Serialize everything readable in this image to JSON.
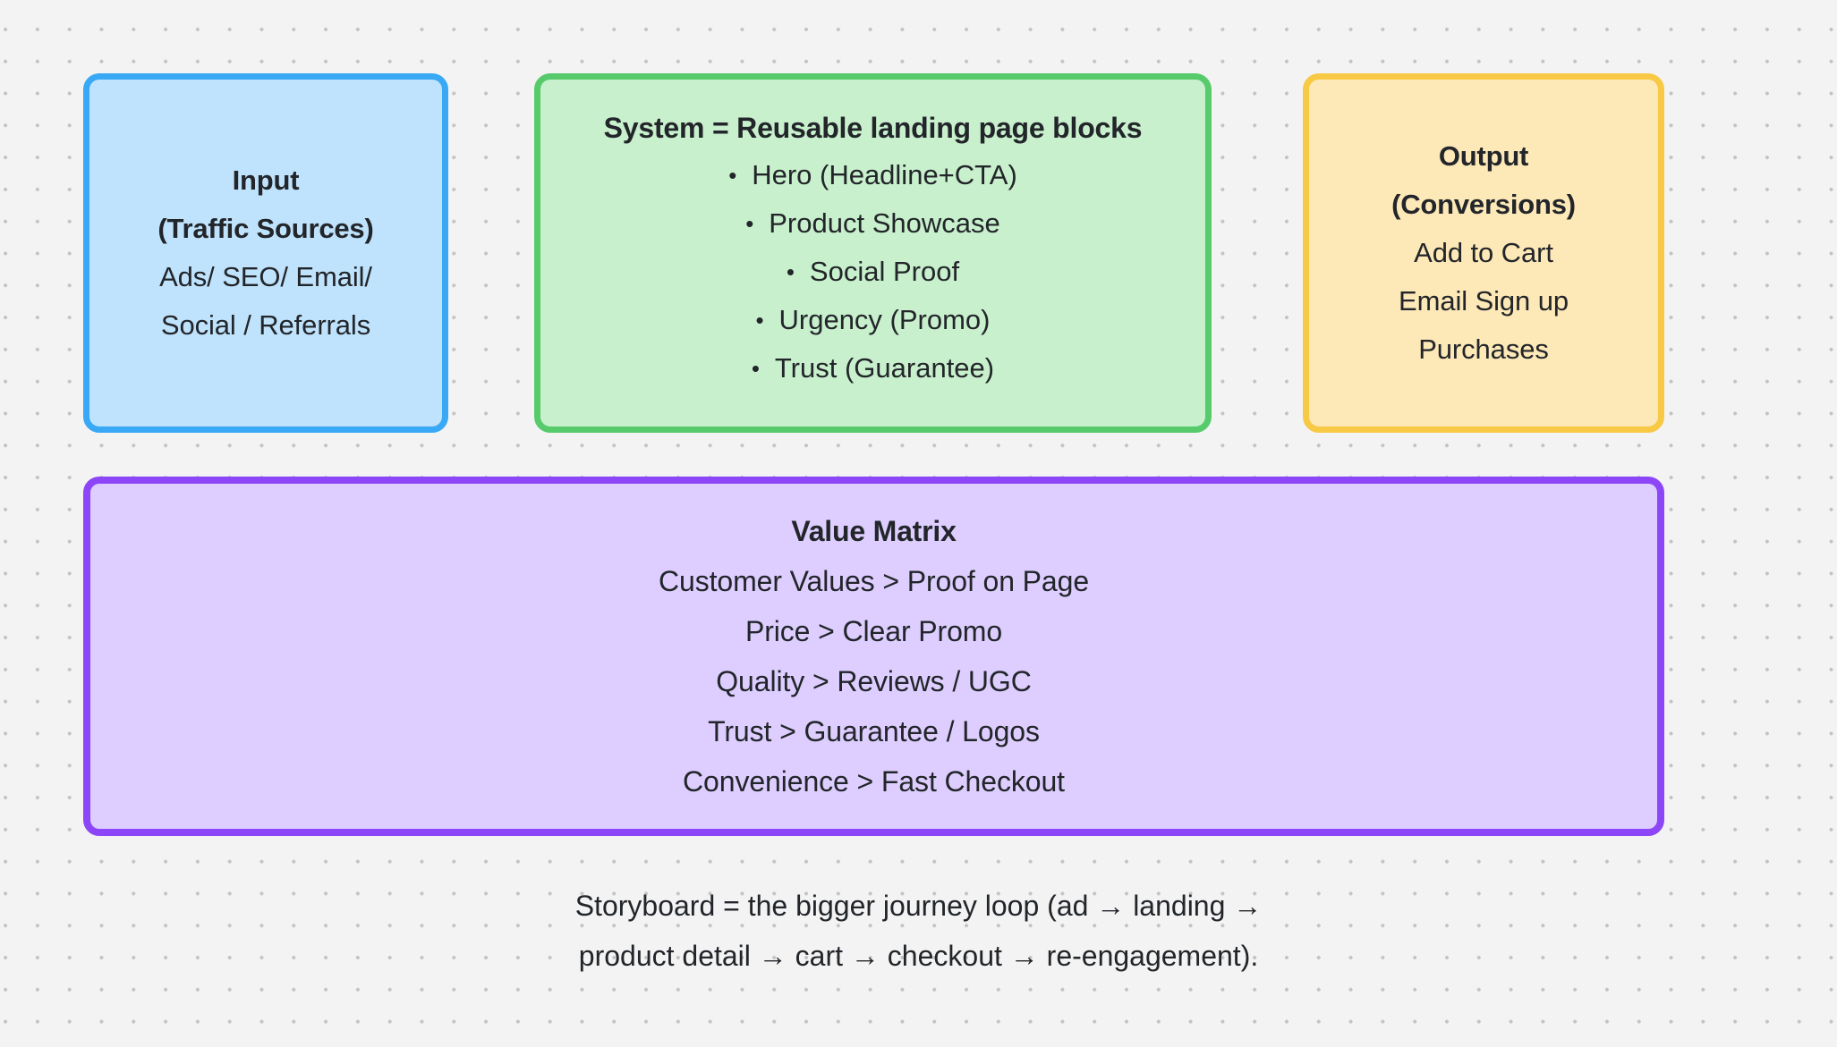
{
  "canvas": {
    "background_color": "#f3f3f3",
    "dot_color": "#c3c3c3"
  },
  "nodes": {
    "input": {
      "accent_color": "#3aa9f5",
      "fill_color": "#bfe3fc",
      "title_line1": "Input",
      "title_line2": "(Traffic Sources)",
      "lines": [
        "Ads/ SEO/ Email/",
        "Social / Referrals"
      ]
    },
    "system": {
      "accent_color": "#57ca6b",
      "fill_color": "#c8f0cd",
      "title": "System = Reusable landing page blocks",
      "bullets": [
        "Hero (Headline+CTA)",
        "Product Showcase",
        "Social Proof",
        "Urgency (Promo)",
        "Trust (Guarantee)"
      ]
    },
    "output": {
      "accent_color": "#f8c945",
      "fill_color": "#fde8b7",
      "title_line1": "Output",
      "title_line2": "(Conversions)",
      "lines": [
        "Add to Cart",
        "Email Sign up",
        "Purchases"
      ]
    },
    "value_matrix": {
      "accent_color": "#8c46f7",
      "fill_color": "#ddceff",
      "title": "Value Matrix",
      "lines": [
        "Customer Values > Proof on Page",
        "Price > Clear Promo",
        "Quality > Reviews / UGC",
        "Trust > Guarantee / Logos",
        "Convenience > Fast Checkout"
      ]
    }
  },
  "caption": {
    "line1": "Storyboard = the bigger journey loop (ad → landing →",
    "line2": "product detail → cart → checkout → re-engagement)."
  }
}
